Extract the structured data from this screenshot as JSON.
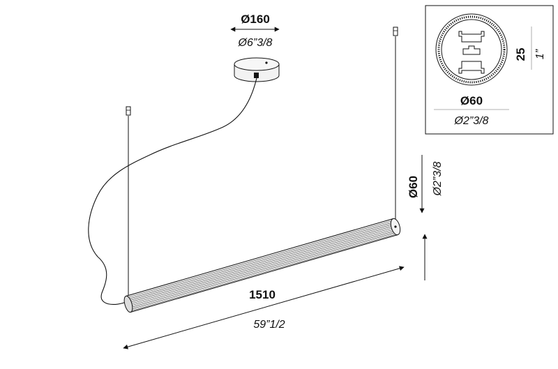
{
  "dimensions": {
    "canopy_diameter_mm": "Ø160",
    "canopy_diameter_in": "Ø6”3/8",
    "tube_diameter_mm": "Ø60",
    "tube_diameter_in": "Ø2”3/8",
    "length_mm": "1510",
    "length_in": "59”1/2"
  },
  "detail": {
    "profile_diameter_mm": "Ø60",
    "profile_diameter_in": "Ø2”3/8",
    "profile_height_mm": "25",
    "profile_height_in": "1”"
  },
  "colors": {
    "line": "#111111",
    "canopy_fill": "#f2f2f2",
    "tube_fill": "#e9e9e9"
  }
}
